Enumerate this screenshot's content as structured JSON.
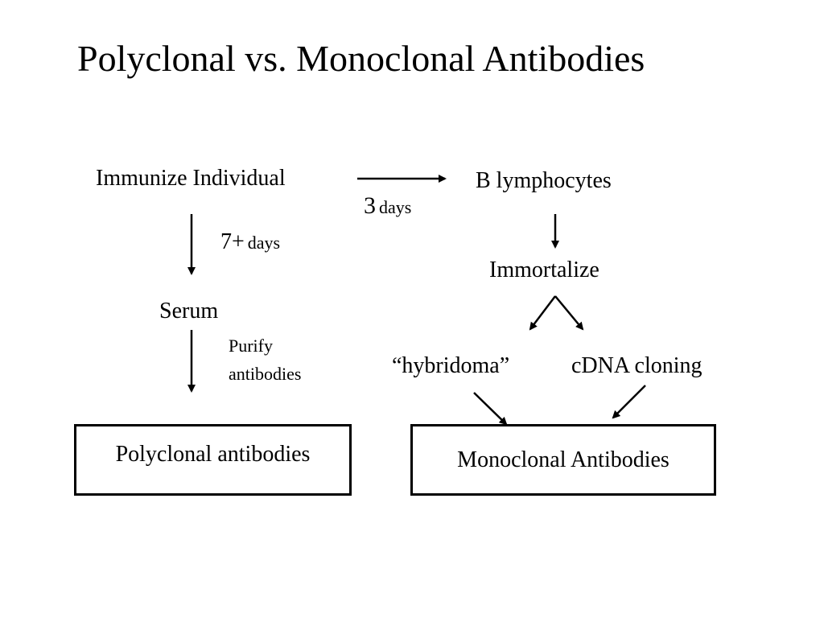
{
  "title": "Polyclonal vs. Monoclonal Antibodies",
  "nodes": {
    "immunize": "Immunize Individual",
    "b_lymphocytes": "B lymphocytes",
    "serum": "Serum",
    "immortalize": "Immortalize",
    "hybridoma": "“hybridoma”",
    "cdna": "cDNA cloning",
    "polyclonal": "Polyclonal antibodies",
    "monoclonal": "Monoclonal Antibodies"
  },
  "edge_labels": {
    "three": "3",
    "days_a": "days",
    "seven": "7+",
    "days_b": "days",
    "purify_1": "Purify",
    "purify_2": "antibodies"
  }
}
